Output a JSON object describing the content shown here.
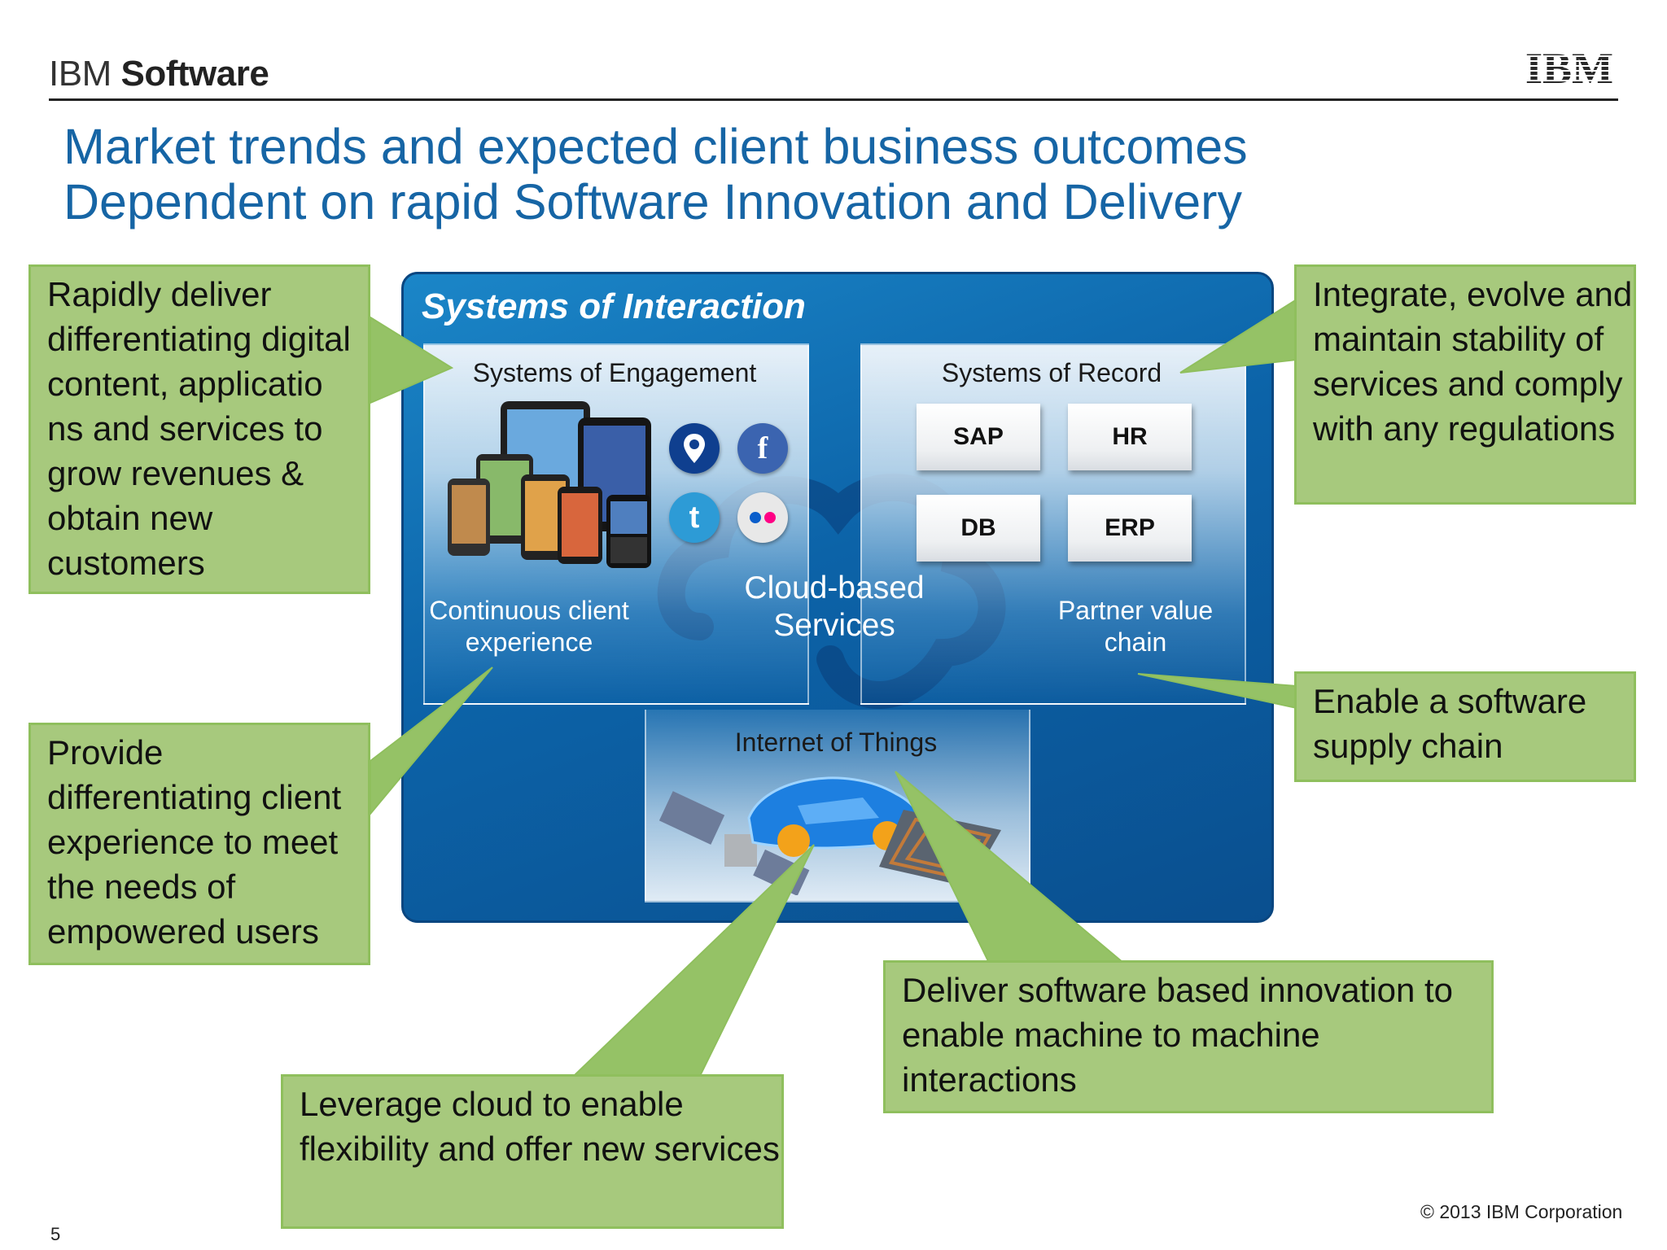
{
  "header": {
    "brand_prefix": "IBM",
    "brand_suffix": "Software",
    "logo_text": "IBM"
  },
  "title": {
    "line1": "Market trends and expected client business outcomes",
    "line2": "Dependent on rapid Software Innovation and Delivery"
  },
  "diagram": {
    "container_title": "Systems of Interaction",
    "engagement": {
      "title": "Systems of Engagement",
      "caption": "Continuous client experience",
      "icons": [
        "location-pin-icon",
        "facebook-icon",
        "twitter-icon",
        "flickr-icon"
      ]
    },
    "record": {
      "title": "Systems of Record",
      "items": [
        "SAP",
        "HR",
        "DB",
        "ERP"
      ],
      "caption": "Partner value chain"
    },
    "cloud": {
      "caption": "Cloud-based Services"
    },
    "iot": {
      "title": "Internet of Things"
    }
  },
  "callouts": {
    "rapidly_deliver": "Rapidly deliver differentiating digital content, applicatio ns and services to grow revenues & obtain new customers",
    "provide": "Provide differentiating client experience to meet the needs of empowered users",
    "integrate": "Integrate, evolve and maintain stability of services and comply with any regulations",
    "enable_supply": "Enable a software supply chain",
    "deliver_m2m": "Deliver software based innovation to enable machine to machine interactions",
    "leverage_cloud": "Leverage cloud to enable flexibility and offer new services"
  },
  "footer": {
    "page_number": "5",
    "copyright": "© 2013 IBM Corporation"
  },
  "colors": {
    "title_blue": "#1665a5",
    "container_blue": "#0c63a8",
    "callout_green": "#a7c97d"
  }
}
